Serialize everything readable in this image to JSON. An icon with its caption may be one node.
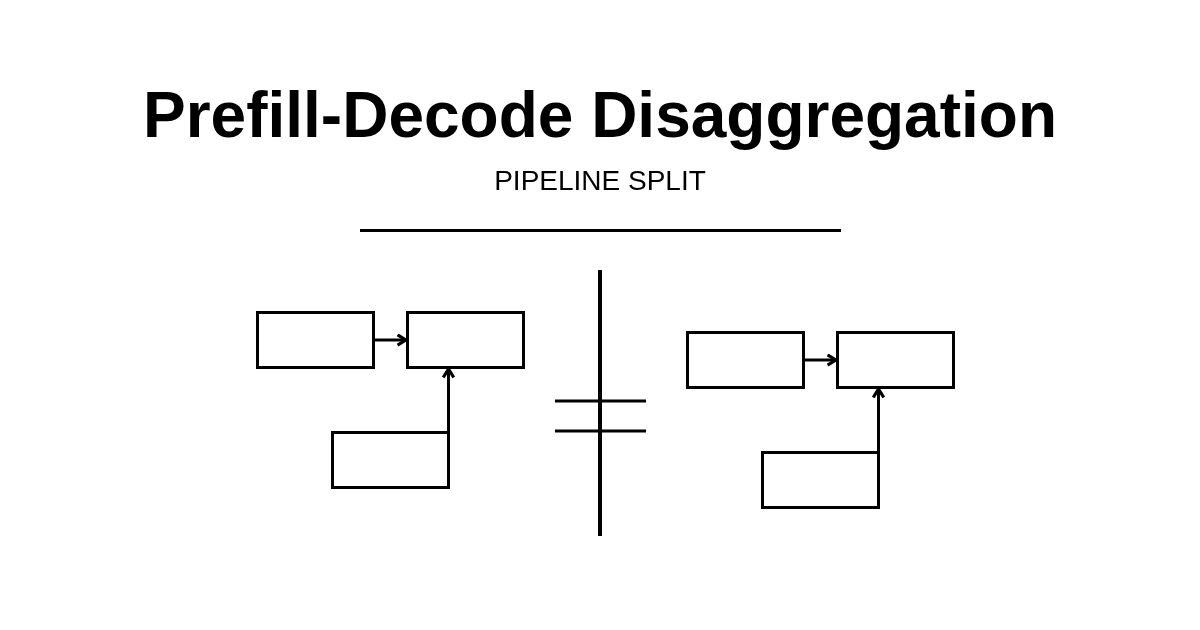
{
  "diagram": {
    "title": "Prefill-Decode Disaggregation",
    "nodes": [
      {
        "text": [],
        "shape": "box"
      },
      {
        "text": [],
        "shape": "box"
      },
      {
        "text": [],
        "shape": "box"
      },
      {
        "text": [],
        "shape": "box"
      },
      {
        "text": [],
        "shape": "box"
      },
      {
        "text": [],
        "shape": "box"
      }
    ],
    "edges": [
      {
        "from": 0,
        "to": 1,
        "arrow": "to"
      },
      {
        "from": 2,
        "to": 1,
        "arrow": "to"
      },
      {
        "from": 3,
        "to": 4,
        "arrow": "to"
      },
      {
        "from": 5,
        "to": 4,
        "arrow": "to"
      }
    ],
    "labels": [
      "PIPELINE SPLIT"
    ]
  }
}
